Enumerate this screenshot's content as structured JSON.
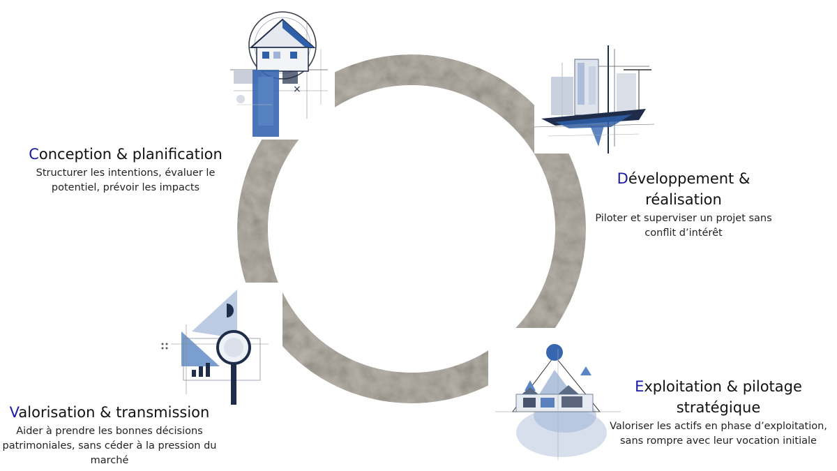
{
  "colors": {
    "accent": "#1a1aa6",
    "ring": "#a39f97",
    "ring_dark": "#6f6b64",
    "illustration_blue": "#2f5fa8",
    "illustration_navy": "#1f2d4a"
  },
  "cycle": {
    "stages": [
      {
        "initial": "C",
        "title_rest": "onception & planification",
        "description": "Structurer les intentions, évaluer le potentiel, prévoir les impacts",
        "icon": "house-blueprint-icon"
      },
      {
        "initial": "D",
        "title_rest": "éveloppement & réalisation",
        "description": "Piloter et superviser un projet sans conflit d’intérêt",
        "icon": "construction-building-icon"
      },
      {
        "initial": "E",
        "title_rest": "xploitation & pilotage stratégique",
        "description": "Valoriser les actifs en phase d’exploitation, sans rompre avec leur vocation initiale",
        "icon": "triangle-houses-icon"
      },
      {
        "initial": "V",
        "title_rest": "alorisation & transmission",
        "description": "Aider à prendre les bonnes décisions patrimoniales, sans céder à la pression du marché",
        "icon": "magnifier-analysis-icon"
      }
    ]
  }
}
